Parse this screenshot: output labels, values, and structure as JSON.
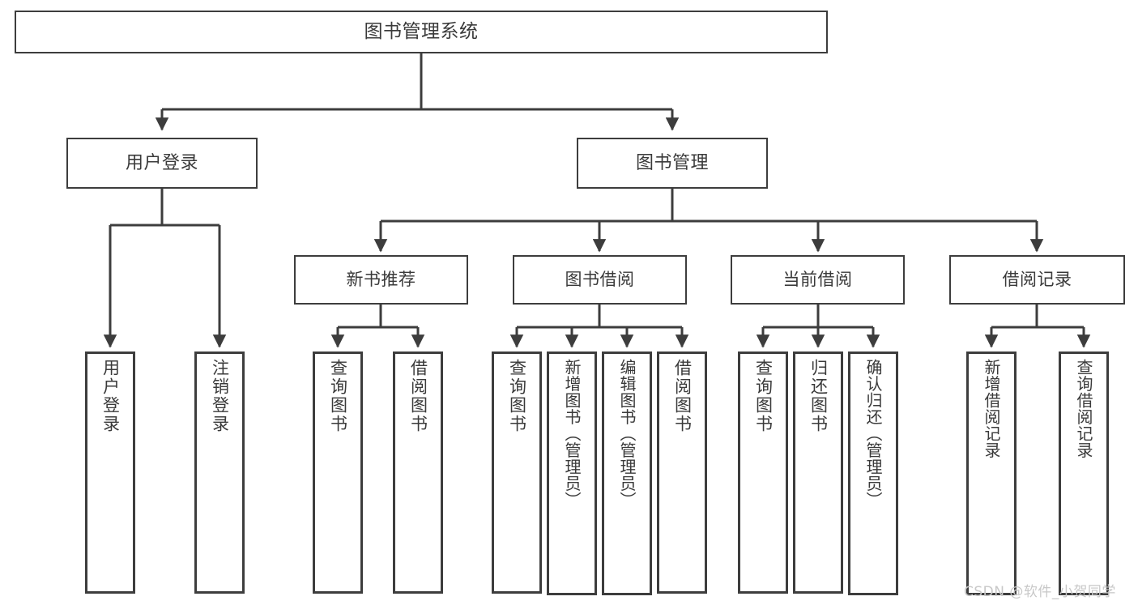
{
  "diagram": {
    "type": "tree-hierarchy-chart",
    "title": "图书管理系统",
    "orientation": "top-down",
    "colors": {
      "border": "#3d3d3d",
      "text": "#3a3a3a",
      "background": "#ffffff",
      "connector": "#3d3d3d",
      "watermark": "#c8c8c8"
    }
  },
  "root": {
    "label": "图书管理系统"
  },
  "level1": [
    {
      "label": "用户登录"
    },
    {
      "label": "图书管理"
    }
  ],
  "level2": [
    {
      "label": "新书推荐"
    },
    {
      "label": "图书借阅"
    },
    {
      "label": "当前借阅"
    },
    {
      "label": "借阅记录"
    }
  ],
  "leaves": {
    "user_login": [
      {
        "label": "用户登录"
      },
      {
        "label": "注销登录"
      }
    ],
    "new_book_recommend": [
      {
        "label": "查询图书"
      },
      {
        "label": "借阅图书"
      }
    ],
    "book_borrow": [
      {
        "label": "查询图书"
      },
      {
        "label": "新增图书（管理员）"
      },
      {
        "label": "编辑图书（管理员）"
      },
      {
        "label": "借阅图书"
      }
    ],
    "current_borrow": [
      {
        "label": "查询图书"
      },
      {
        "label": "归还图书"
      },
      {
        "label": "确认归还（管理员）"
      }
    ],
    "borrow_record": [
      {
        "label": "新增借阅记录"
      },
      {
        "label": "查询借阅记录"
      }
    ]
  },
  "watermark": {
    "text": "CSDN @软件_小贺同学"
  }
}
